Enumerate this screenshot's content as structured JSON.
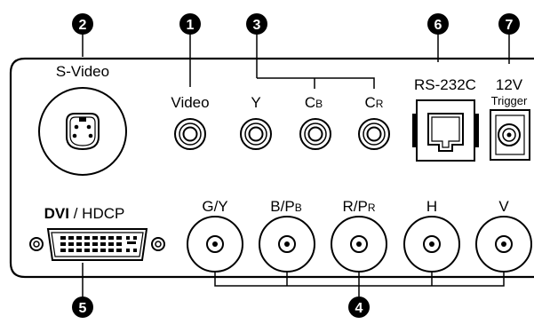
{
  "callouts": [
    {
      "id": "1",
      "text": "1"
    },
    {
      "id": "2",
      "text": "2"
    },
    {
      "id": "3",
      "text": "3"
    },
    {
      "id": "4",
      "text": "4"
    },
    {
      "id": "5",
      "text": "5"
    },
    {
      "id": "6",
      "text": "6"
    },
    {
      "id": "7",
      "text": "7"
    }
  ],
  "labels": {
    "svideo": "S-Video",
    "video": "Video",
    "y": "Y",
    "cb_main": "C",
    "cb_sub": "B",
    "cr_main": "C",
    "cr_sub": "R",
    "rs232c": "RS-232C",
    "v12": "12V",
    "trigger": "Trigger",
    "dvi_bold": "DVI",
    "dvi_rest": " / HDCP",
    "gy": "G/Y",
    "bpb_main": "B/P",
    "bpb_sub": "B",
    "rpr_main": "R/P",
    "rpr_sub": "R",
    "h": "H",
    "v": "V"
  },
  "colors": {
    "ink": "#000000",
    "paper": "#ffffff"
  }
}
